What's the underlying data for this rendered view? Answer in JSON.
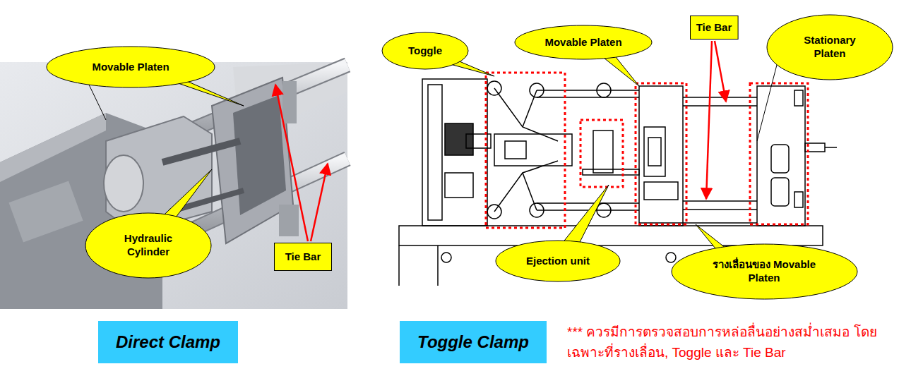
{
  "diagram": {
    "nodes": [
      {
        "text": [
          "Toggle"
        ]
      },
      {
        "text": [
          "Movable Platen"
        ]
      },
      {
        "text": [
          "Tie Bar"
        ]
      },
      {
        "text": [
          "Stationary Platen"
        ]
      },
      {
        "text": [
          "Movable Platen"
        ]
      },
      {
        "text": [
          "Ejection unit"
        ]
      },
      {
        "text": [
          "รางเลื่อนของ Movable Platen"
        ]
      },
      {
        "text": [
          "Hydraulic Cylinder"
        ]
      },
      {
        "text": [
          "Tie Bar"
        ]
      },
      {
        "text": [
          "Direct Clamp"
        ]
      },
      {
        "text": [
          "Toggle Clamp"
        ]
      }
    ],
    "labels": [
      "*** ควรมีการตรวจสอบการหล่อลื่นอย่างสม่ำเสมอ โดยเฉพาะที่รางเลื่อน, Toggle และ Tie Bar"
    ]
  }
}
